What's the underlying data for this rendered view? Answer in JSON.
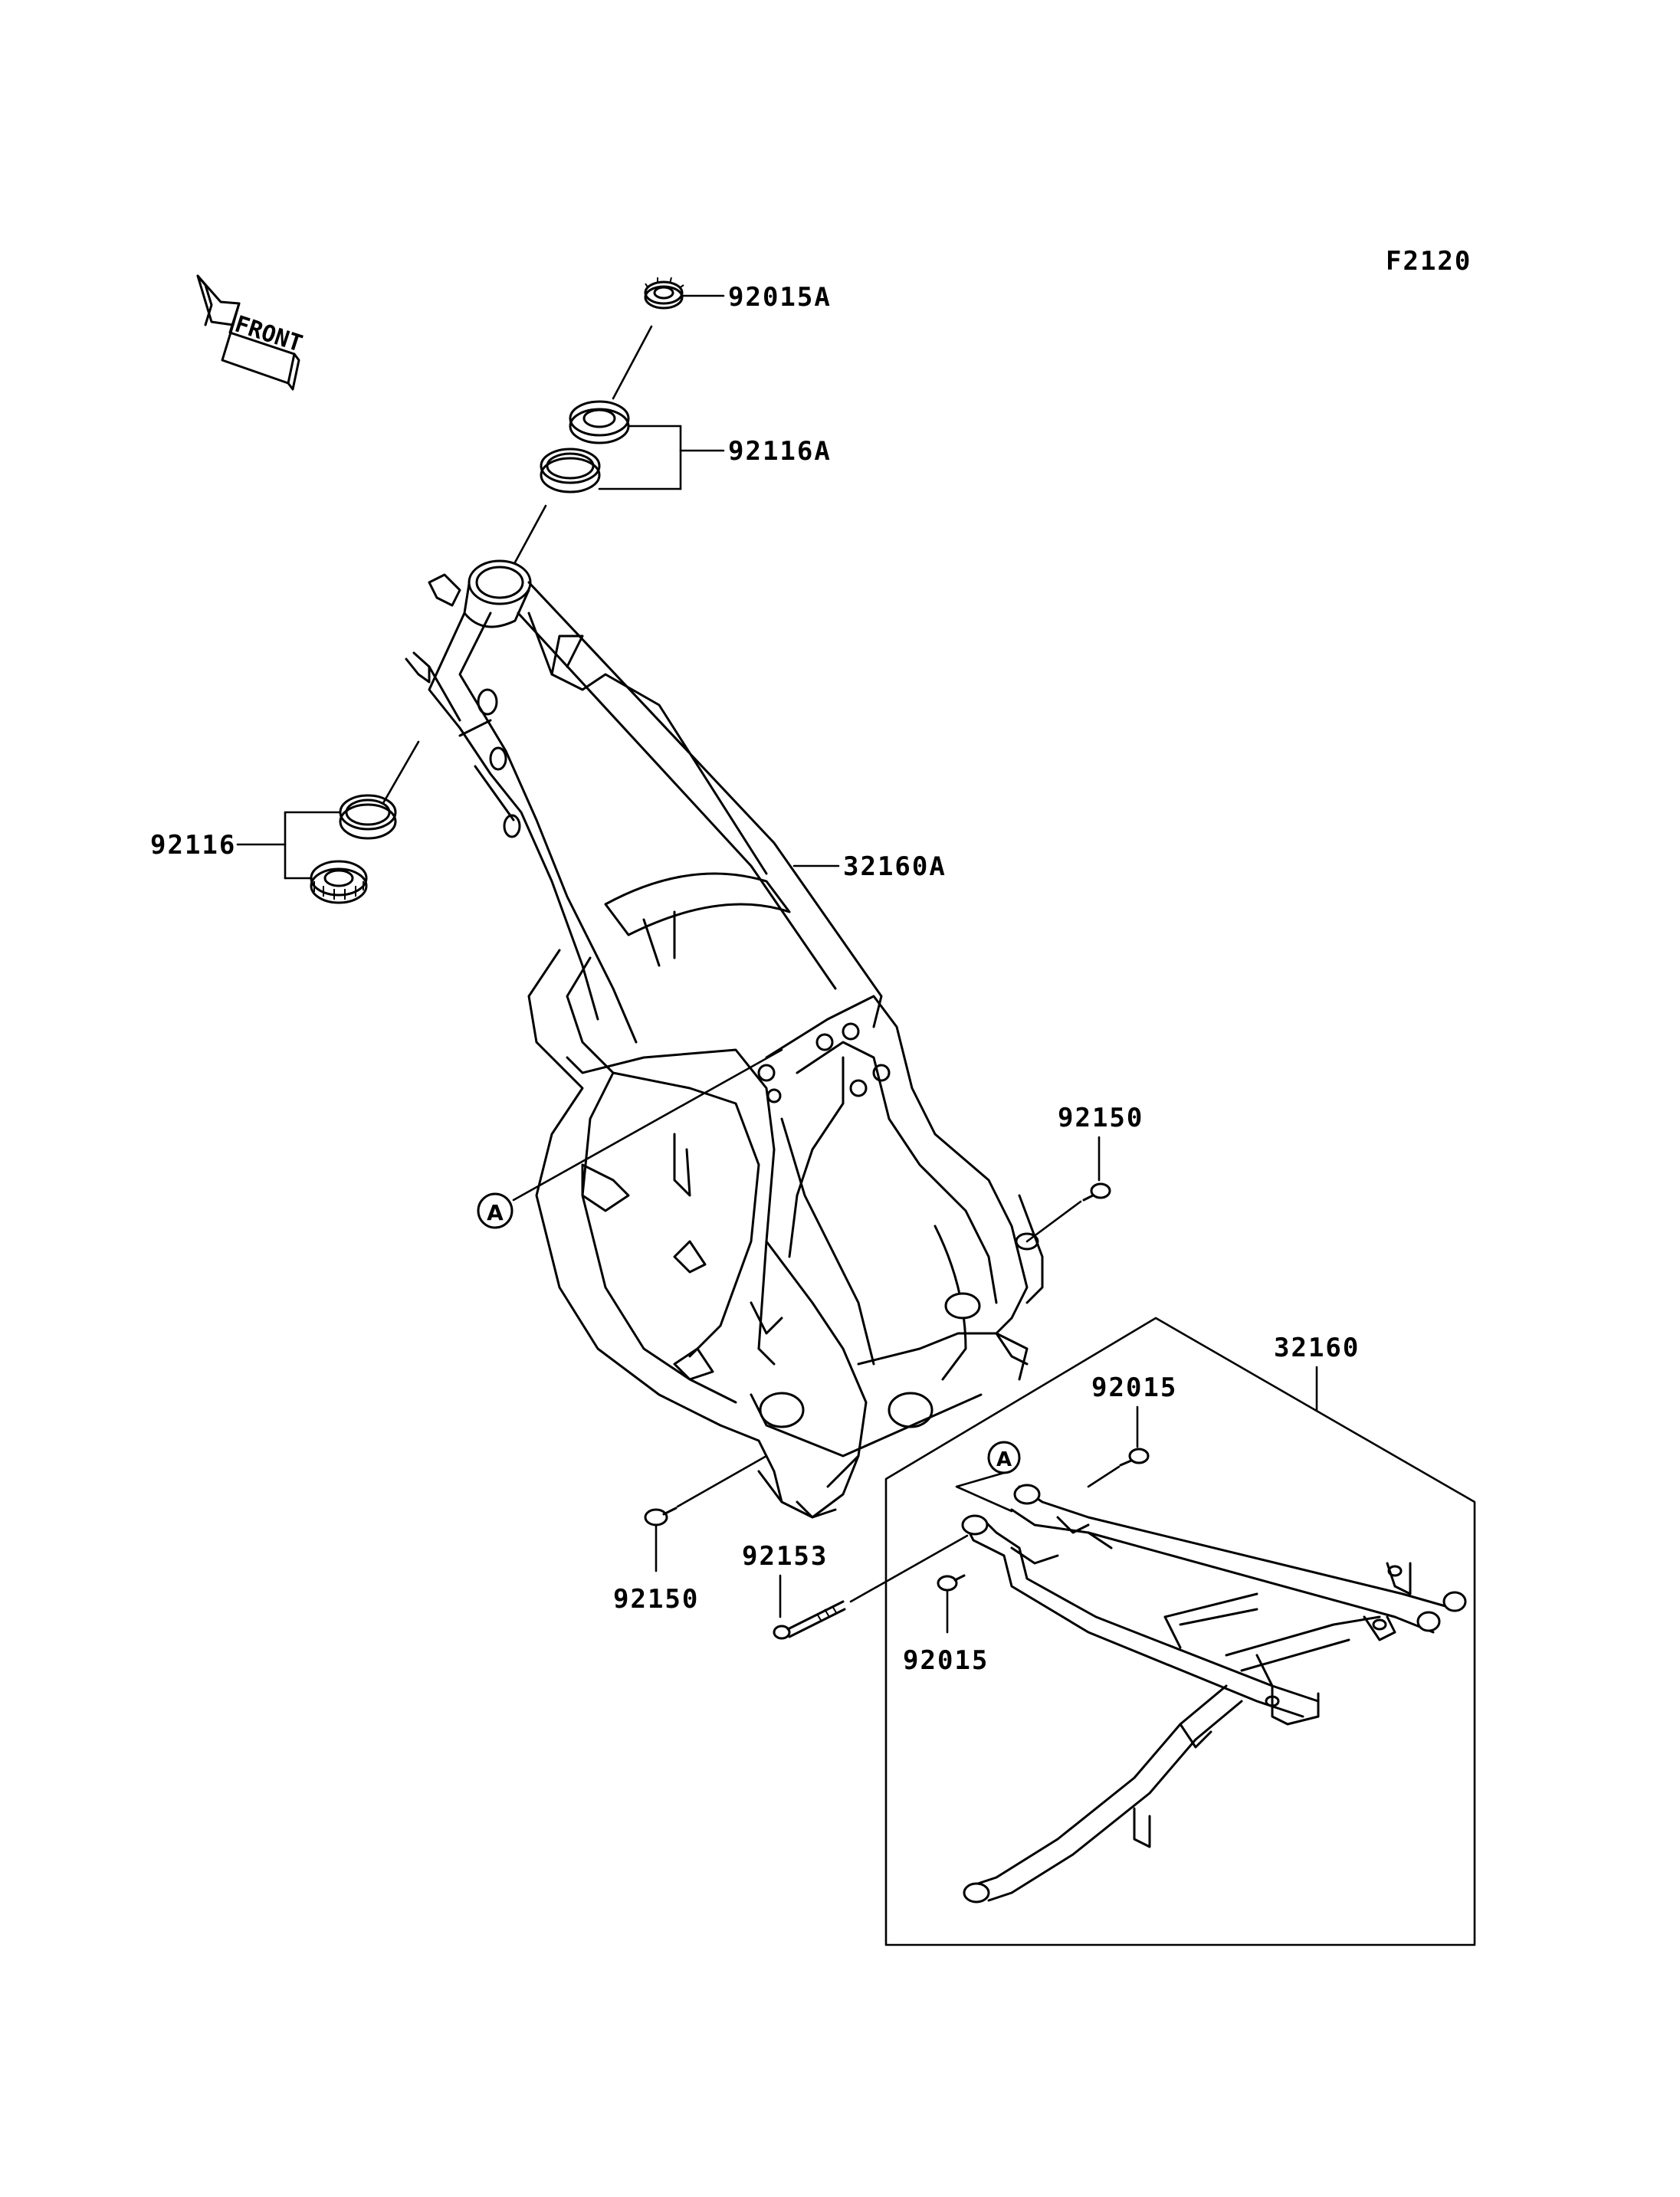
{
  "figure_code": "F2120",
  "front_arrow": {
    "label": "FRONT"
  },
  "callouts": {
    "ref_a_upper": "A",
    "ref_a_lower": "A"
  },
  "parts": [
    {
      "number": "92015A"
    },
    {
      "number": "92116A"
    },
    {
      "number": "92116"
    },
    {
      "number": "32160A"
    },
    {
      "number": "92150"
    },
    {
      "number": "92150"
    },
    {
      "number": "32160"
    },
    {
      "number": "92015"
    },
    {
      "number": "92153"
    },
    {
      "number": "92015"
    }
  ],
  "colors": {
    "ink": "#000000",
    "paper": "#ffffff"
  }
}
